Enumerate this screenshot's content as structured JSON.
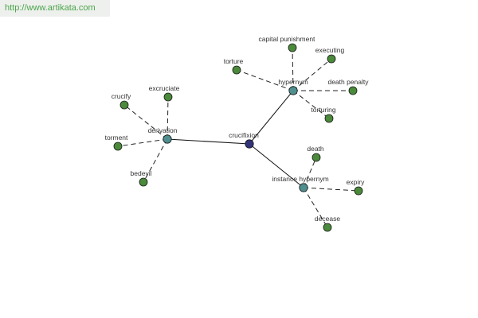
{
  "watermark": "http://www.artikata.com",
  "colors": {
    "root": "#33337a",
    "relation": "#4f8f8f",
    "leaf": "#4a8a3a"
  },
  "graph": {
    "root": {
      "id": "root",
      "label": "crucifixion"
    },
    "relations": [
      {
        "id": "derivation",
        "label": "derivation"
      },
      {
        "id": "hypernym",
        "label": "hypernym"
      },
      {
        "id": "instance_hypernym",
        "label": "instance hypernym"
      }
    ],
    "leaves": [
      {
        "id": "crucify",
        "label": "crucify",
        "parent": "derivation"
      },
      {
        "id": "excruciate",
        "label": "excruciate",
        "parent": "derivation"
      },
      {
        "id": "torment",
        "label": "torment",
        "parent": "derivation"
      },
      {
        "id": "bedevil",
        "label": "bedevil",
        "parent": "derivation"
      },
      {
        "id": "capital_punishment",
        "label": "capital punishment",
        "parent": "hypernym"
      },
      {
        "id": "executing",
        "label": "executing",
        "parent": "hypernym"
      },
      {
        "id": "torture",
        "label": "torture",
        "parent": "hypernym"
      },
      {
        "id": "death_penalty",
        "label": "death penalty",
        "parent": "hypernym"
      },
      {
        "id": "torturing",
        "label": "torturing",
        "parent": "hypernym"
      },
      {
        "id": "death",
        "label": "death",
        "parent": "instance_hypernym"
      },
      {
        "id": "expiry",
        "label": "expiry",
        "parent": "instance_hypernym"
      },
      {
        "id": "decease",
        "label": "decease",
        "parent": "instance_hypernym"
      }
    ]
  }
}
